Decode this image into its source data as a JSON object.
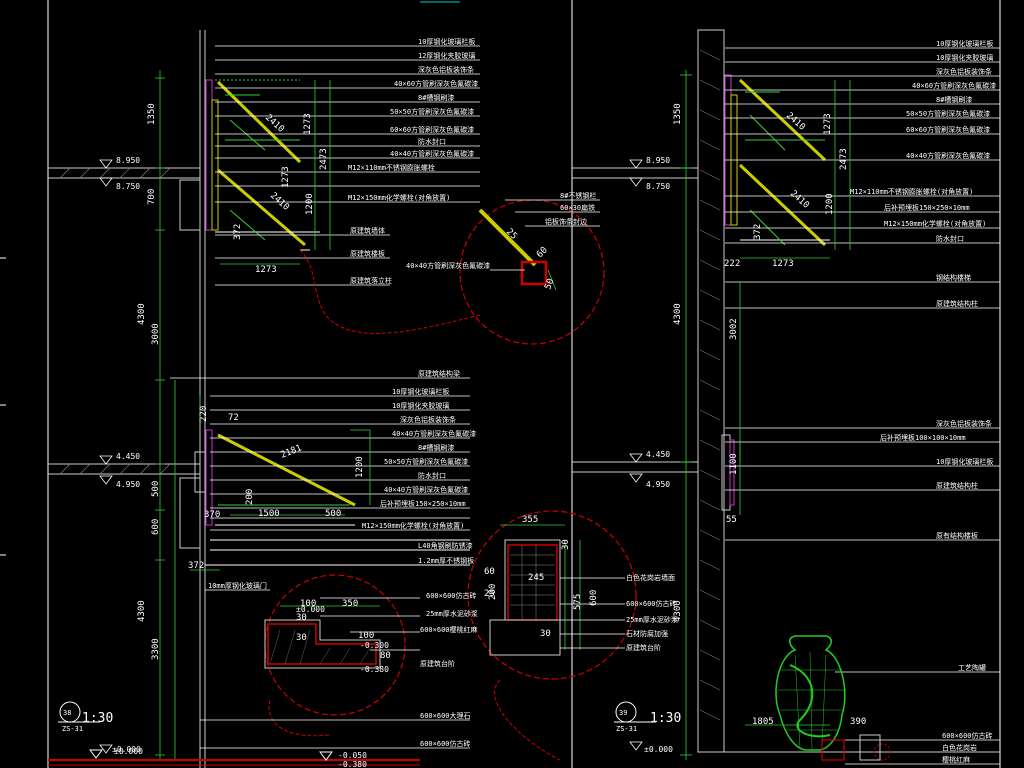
{
  "colors": {
    "background": "#000000",
    "dimension": "#33cc33",
    "leader": "#ffffff",
    "callout": "#cc0000",
    "wall": "#cccccc",
    "steel": "#cccc00",
    "panel": "#cc33cc",
    "glass": "#00cccc",
    "yellow": "#ffff00",
    "green_plant": "#22cc22"
  },
  "left_detail": {
    "dims_vertical": [
      "1350",
      "700",
      "4300",
      "3000",
      "500",
      "600",
      "4300",
      "3300"
    ],
    "dims_panel": [
      "1273",
      "2473",
      "1273",
      "1200",
      "372"
    ],
    "dims_lower": [
      "1200",
      "200",
      "1500",
      "500"
    ],
    "dims_h": [
      "1273",
      "2181",
      "372",
      "220",
      "370",
      "72"
    ],
    "diag_labels": [
      "2410",
      "2410"
    ],
    "levels": [
      "8.950",
      "8.750",
      "4.450",
      "4.950",
      "±0.000"
    ],
    "notes_upper": [
      "10厚钢化玻璃栏板",
      "12厚钢化夹胶玻璃",
      "深灰色铝板装饰条",
      "40×60方管刷深灰色氟碳漆",
      "8#槽钢刷漆",
      "50×50方管刷深灰色氟碳漆",
      "60×60方管刷深灰色氟碳漆",
      "防水封口",
      "40×40方管刷深灰色氟碳漆",
      "M12×110mm不锈钢膨胀螺栓",
      "M12×150mm化学螺栓(对角放置)"
    ],
    "notes_upper_left": [
      "原建筑墙体",
      "原建筑楼板",
      "原建筑落立柱"
    ],
    "notes_mid": [
      "原建筑结构梁",
      "10厚钢化玻璃栏板",
      "10厚钢化夹胶玻璃",
      "深灰色铝板装饰条",
      "40×40方管刷深灰色氟碳漆",
      "8#槽钢刷漆",
      "50×50方管刷深灰色氟碳漆",
      "防水封口",
      "40×40方管刷深灰色氟碳漆",
      "后补预埋板150×250×10mm",
      "M12×150mm化学螺栓(对角放置)",
      "L40角钢刷防锈漆",
      "1.2mm厚不锈钢板"
    ],
    "note_door": "10mm厚钢化玻璃门",
    "scale_badge_top": "38",
    "scale_badge_bottom": "ZS-31",
    "scale": "1:30"
  },
  "callout_upper": {
    "notes": [
      "8#不锈钢栏",
      "60×30扁铁",
      "铝板饰条封边",
      "40×40方管刷深灰色氟碳漆"
    ],
    "dims": [
      "25",
      "60",
      "50"
    ]
  },
  "callout_lower_left": {
    "dims": [
      "350",
      "100",
      "100",
      "30",
      "30",
      "80"
    ],
    "levels": [
      "±0.000",
      "-0.380",
      "-0.300"
    ],
    "notes": [
      "600×600仿古砖",
      "25mm厚水泥砂浆",
      "600×600樱桃红麻",
      "原建筑台阶"
    ]
  },
  "callout_lower_right": {
    "dims": [
      "355",
      "200",
      "245",
      "575",
      "600",
      "30",
      "60",
      "25",
      "30"
    ],
    "notes": [
      "白色花岗岩墙面",
      "600×600仿古砖",
      "25mm厚水泥砂浆",
      "石材防腐加强",
      "原建筑台阶"
    ]
  },
  "bottom_left": {
    "note": "600×600大理石",
    "level_a": "-0.050",
    "level_b": "-0.380",
    "level_c": "±0.000",
    "note2": "600×600仿古砖"
  },
  "right_detail": {
    "dims_vertical": [
      "1350",
      "4300",
      "3002",
      "1100",
      "4300"
    ],
    "dims_h": [
      "1273",
      "222",
      "55"
    ],
    "dims_panel": [
      "1273",
      "2473",
      "1200",
      "372"
    ],
    "diag_labels": [
      "2410",
      "2410"
    ],
    "levels": [
      "8.950",
      "8.750",
      "4.450",
      "4.950",
      "±0.000"
    ],
    "notes": [
      "10厚钢化玻璃栏板",
      "10厚钢化夹胶玻璃",
      "深灰色铝板装饰条",
      "40×60方管刷深灰色氟碳漆",
      "8#槽钢刷漆",
      "50×50方管刷深灰色氟碳漆",
      "60×60方管刷深灰色氟碳漆",
      "40×40方管刷深灰色氟碳漆",
      "M12×110mm不锈钢膨胀螺栓(对角放置)",
      "后补预埋板150×250×10mm",
      "M12×150mm化学螺栓(对角放置)",
      "防水封口",
      "钢结构楼梯",
      "原建筑结构柱"
    ],
    "notes_mid": [
      "深灰色铝板装饰条",
      "后补预埋板100×100×10mm",
      "10厚钢化玻璃栏板",
      "原建筑结构柱",
      "原有结构楼板"
    ],
    "note_vase": "工艺陶罐",
    "dims_bottom": [
      "1805",
      "390"
    ],
    "notes_bottom": [
      "600×600仿古砖",
      "白色花岗岩",
      "樱桃红麻"
    ],
    "scale_badge_top": "39",
    "scale_badge_bottom": "ZS-31",
    "scale": "1:30"
  }
}
